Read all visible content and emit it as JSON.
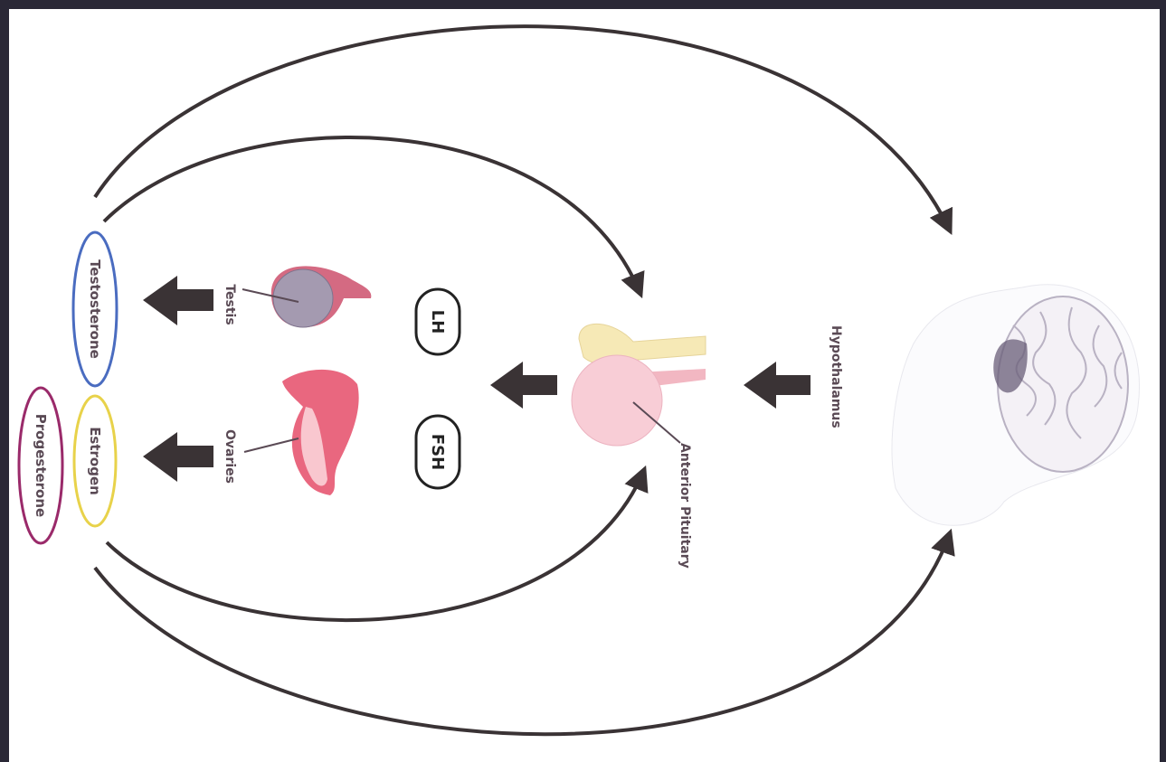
{
  "labels": {
    "testosterone": "Testosterone",
    "estrogen": "Estrogen",
    "progesterone": "Progesterone",
    "testis": "Testis",
    "ovaries": "Ovaries",
    "lh": "LH",
    "fsh": "FSH",
    "anterior_pituitary": "Anterior Pituitary",
    "hypothalamus": "Hypothalamus"
  },
  "colors": {
    "testosterone_outline": "#4a6cc0",
    "estrogen_outline": "#e8d24a",
    "progesterone_outline": "#9a2a6a",
    "arrow": "#3a3335"
  }
}
